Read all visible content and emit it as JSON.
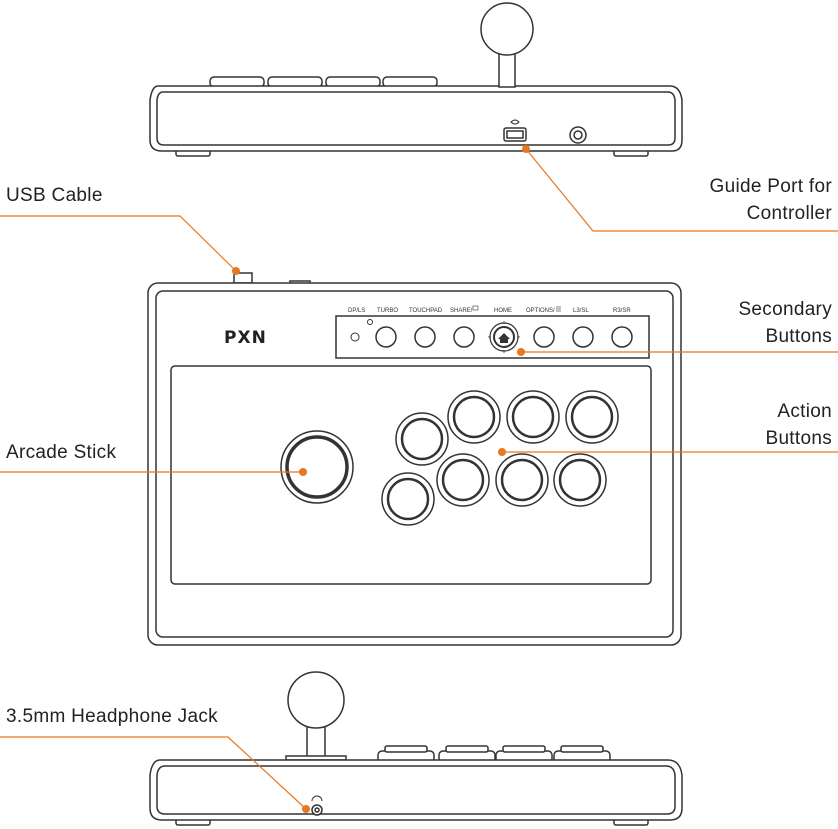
{
  "callouts": {
    "usb_cable": "USB Cable",
    "guide_port_line1": "Guide Port for",
    "guide_port_line2": "Controller",
    "secondary_line1": "Secondary",
    "secondary_line2": "Buttons",
    "action_line1": "Action",
    "action_line2": "Buttons",
    "arcade_stick": "Arcade Stick",
    "headphone_jack": "3.5mm Headphone Jack"
  },
  "panel_labels": {
    "dp_ls": "DP/LS",
    "turbo": "TURBO",
    "touchpad": "TOUCHPAD",
    "share": "SHARE/",
    "home": "HOME",
    "options": "OPTIONS/",
    "l3_sl": "L3/SL",
    "r3_sr": "R3/SR"
  },
  "brand": "PXN",
  "colors": {
    "accent": "#E87722",
    "outline": "#333333"
  }
}
